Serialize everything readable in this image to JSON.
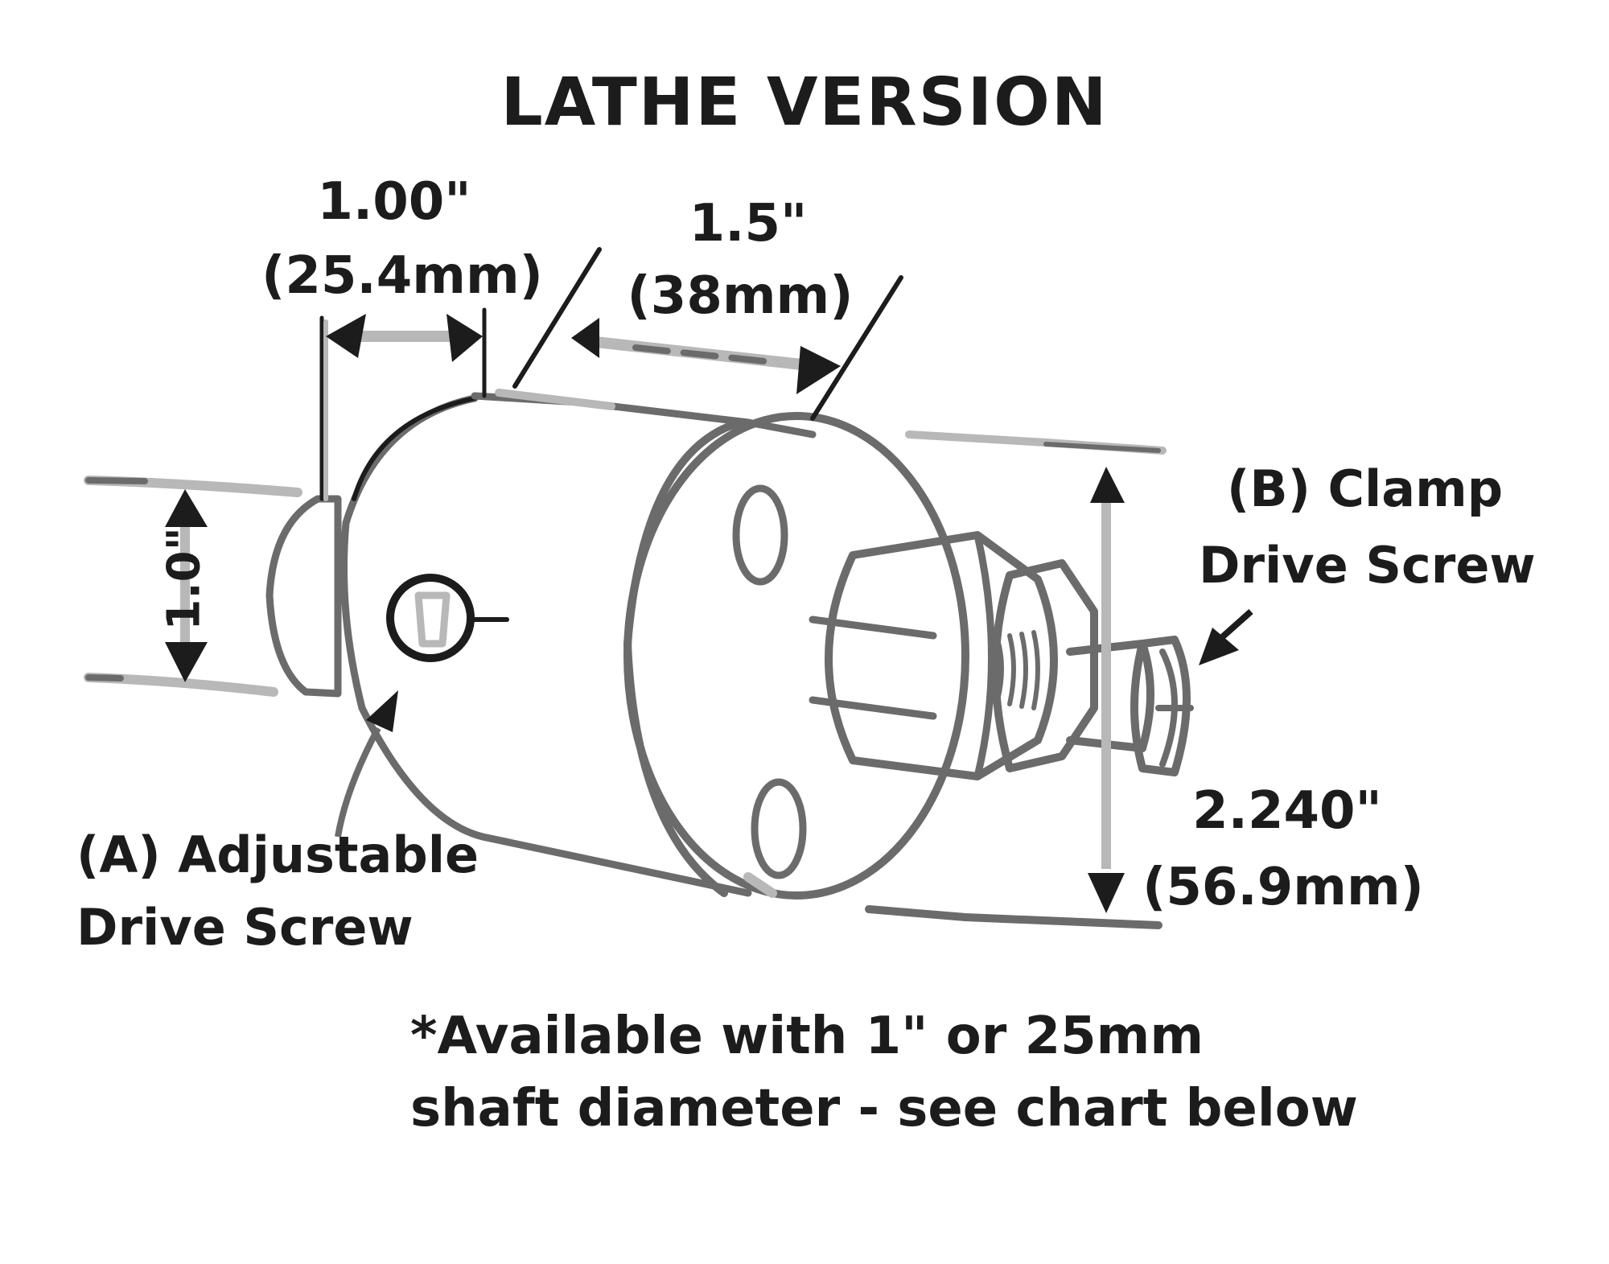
{
  "title": "LATHE VERSION",
  "dimensions": {
    "length_body": {
      "imperial": "1.00\"",
      "metric": "(25.4mm)"
    },
    "length_flange": {
      "imperial": "1.5\"",
      "metric": "(38mm)"
    },
    "shaft_height": {
      "imperial": "1.0\""
    },
    "overall_diameter": {
      "imperial": "2.240\"",
      "metric": "(56.9mm)"
    }
  },
  "callouts": {
    "a": {
      "line1": "(A) Adjustable",
      "line2": "Drive Screw"
    },
    "b": {
      "line1": "(B) Clamp",
      "line2": "Drive Screw"
    }
  },
  "note": {
    "line1": "*Available with 1\" or 25mm",
    "line2": "shaft diameter - see chart below"
  },
  "colors": {
    "ink": "#1c1c1c",
    "outline": "#6b6b6b",
    "shadow": "#b8b8b8",
    "background": "#ffffff"
  }
}
